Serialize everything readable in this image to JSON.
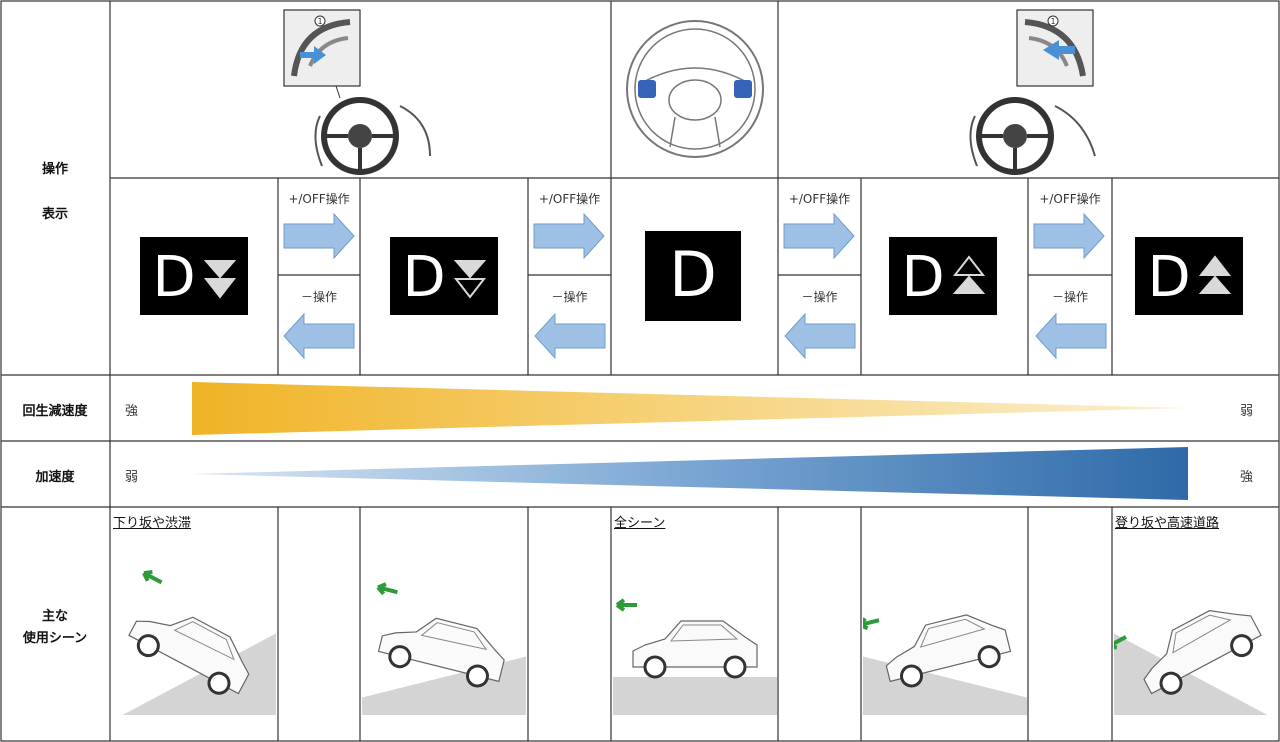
{
  "row_labels": {
    "operation": "操作",
    "display": "表示",
    "regen_decel": "回生減速度",
    "acceleration": "加速度",
    "main_use": "主な",
    "main_use_2": "使用シーン"
  },
  "operations": {
    "plus_off": "+/OFF操作",
    "minus": "－操作"
  },
  "gradient_labels": {
    "regen_left": "強",
    "regen_right": "弱",
    "accel_left": "弱",
    "accel_right": "強"
  },
  "modes": [
    {
      "letter": "D",
      "symbol": "double-down"
    },
    {
      "letter": "D",
      "symbol": "single-down"
    },
    {
      "letter": "D",
      "symbol": "none"
    },
    {
      "letter": "D",
      "symbol": "single-up"
    },
    {
      "letter": "D",
      "symbol": "double-up"
    }
  ],
  "scenes": {
    "downhill": "下り坂や渋滞",
    "all": "全シーン",
    "uphill": "登り坂や高速道路"
  },
  "colors": {
    "regen": "#f0b326",
    "accel": "#2e6aa8",
    "arrow": "#9dc0e4",
    "green_arrow": "#2e9a3a"
  }
}
